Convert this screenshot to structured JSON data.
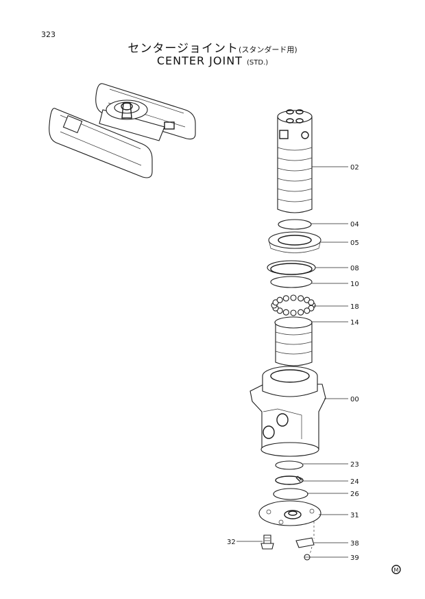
{
  "page_number": "323",
  "title_jp": "センタージョイント",
  "title_jp_sub": "(スタンダード用)",
  "title_en": "CENTER JOINT",
  "title_en_sub": "(STD.)",
  "mark": "M",
  "callouts": [
    {
      "id": "02",
      "label": "02"
    },
    {
      "id": "04",
      "label": "04"
    },
    {
      "id": "05",
      "label": "05"
    },
    {
      "id": "08",
      "label": "08"
    },
    {
      "id": "10",
      "label": "10"
    },
    {
      "id": "18",
      "label": "18"
    },
    {
      "id": "14",
      "label": "14"
    },
    {
      "id": "00",
      "label": "00"
    },
    {
      "id": "23",
      "label": "23"
    },
    {
      "id": "24",
      "label": "24"
    },
    {
      "id": "26",
      "label": "26"
    },
    {
      "id": "31",
      "label": "31"
    },
    {
      "id": "38",
      "label": "38"
    },
    {
      "id": "39",
      "label": "39"
    },
    {
      "id": "32",
      "label": "32"
    }
  ]
}
